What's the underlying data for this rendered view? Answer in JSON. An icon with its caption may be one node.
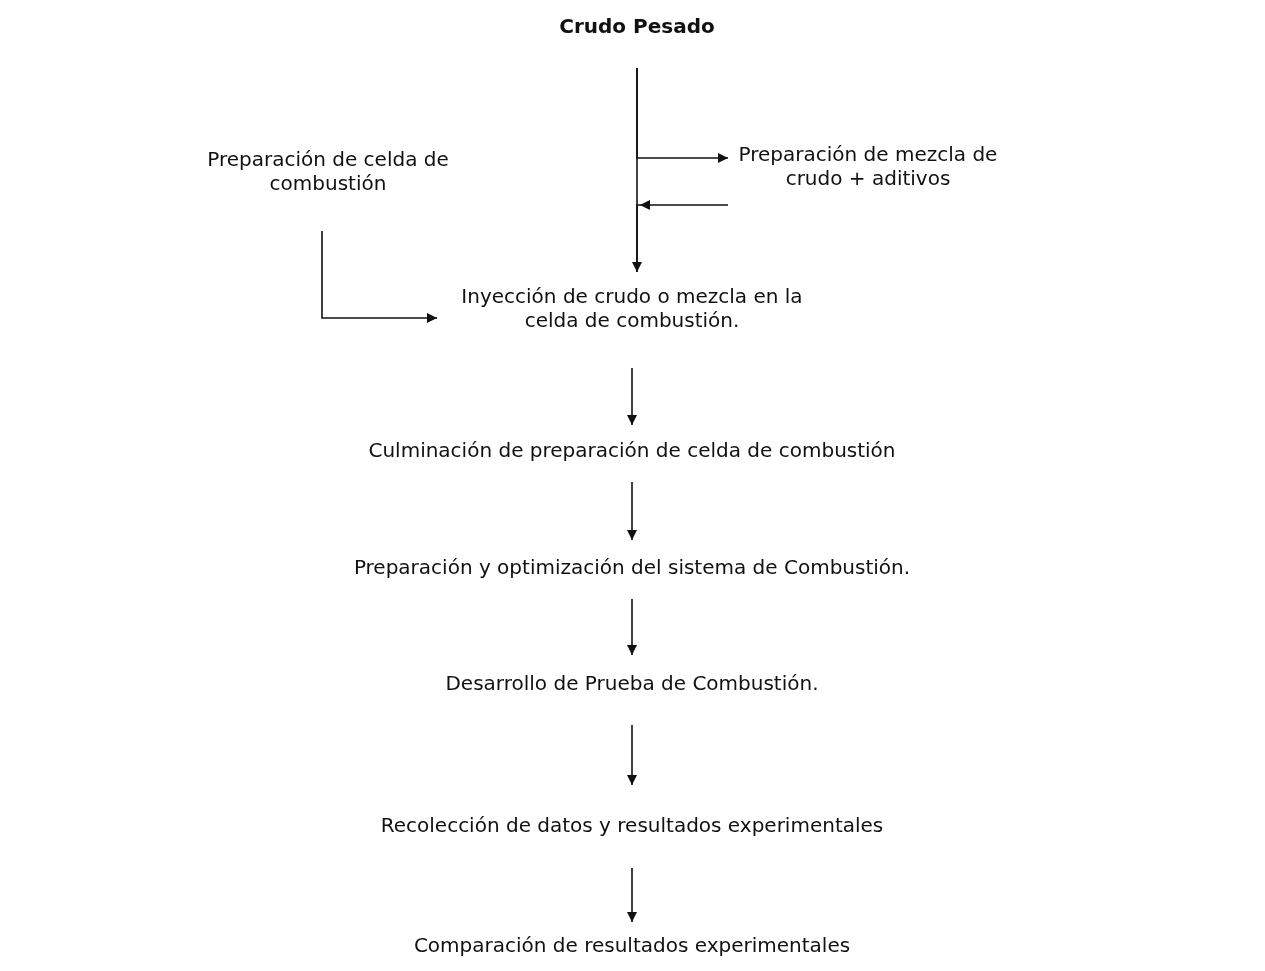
{
  "diagram": {
    "nodes": [
      {
        "text": [
          "Crudo Pesado"
        ]
      },
      {
        "text": [
          "Preparación de celda de combustión"
        ]
      },
      {
        "text": [
          "Preparación de mezcla de crudo + aditivos"
        ]
      },
      {
        "text": [
          "Inyección de crudo o mezcla en la celda de combustión."
        ]
      },
      {
        "text": [
          "Culminación de preparación de celda de combustión"
        ]
      },
      {
        "text": [
          "Preparación y optimización del sistema de Combustión."
        ]
      },
      {
        "text": [
          "Desarrollo de Prueba de Combustión."
        ]
      },
      {
        "text": [
          "Recolección de datos y resultados experimentales"
        ]
      },
      {
        "text": [
          "Comparación de resultados experimentales"
        ]
      }
    ],
    "edges": [
      {
        "from": 0,
        "to": 3,
        "arrow": "to"
      },
      {
        "from": 0,
        "to": 2,
        "arrow": "to"
      },
      {
        "from": 2,
        "to": 3,
        "arrow": "to"
      },
      {
        "from": 1,
        "to": 3,
        "arrow": "to"
      },
      {
        "from": 3,
        "to": 4,
        "arrow": "to"
      },
      {
        "from": 4,
        "to": 5,
        "arrow": "to"
      },
      {
        "from": 5,
        "to": 6,
        "arrow": "to"
      },
      {
        "from": 6,
        "to": 7,
        "arrow": "to"
      },
      {
        "from": 7,
        "to": 8,
        "arrow": "to"
      }
    ]
  }
}
